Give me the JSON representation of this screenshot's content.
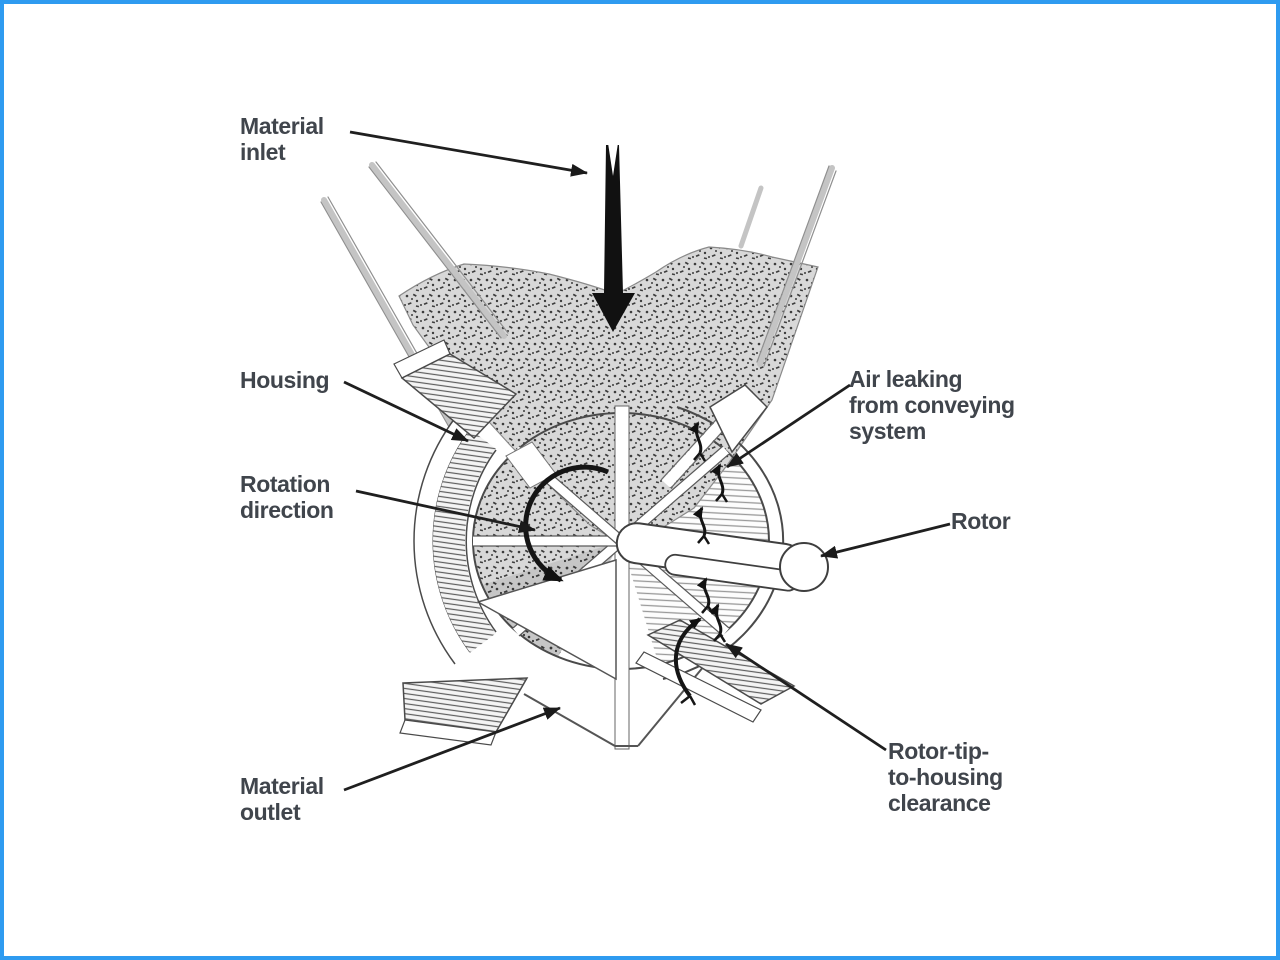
{
  "slide": {
    "background": "#ffffff",
    "border_color": "#2e9bf0"
  },
  "diagram": {
    "name": "rotary-airlock-valve-cutaway",
    "labels": {
      "material_inlet": "Material\ninlet",
      "housing": "Housing",
      "rotation_direction": "Rotation\ndirection",
      "material_outlet": "Material\noutlet",
      "air_leaking": "Air leaking\nfrom conveying\nsystem",
      "rotor": "Rotor",
      "rotor_tip_clearance": "Rotor-tip-\nto-housing\nclearance"
    },
    "colors": {
      "frame_border": "#2e9bf0",
      "label_text": "#40454c",
      "line": "#2f2f2f",
      "stipple_fill": "#d8d8d8",
      "stipple_fill_dark": "#c6c6c6",
      "stipple_dot": "#3c3c3c",
      "hatch_line": "#5f5f5f",
      "bore_hatch_line": "#9a9a9a",
      "wall_gray": "#c4c4c4"
    }
  }
}
